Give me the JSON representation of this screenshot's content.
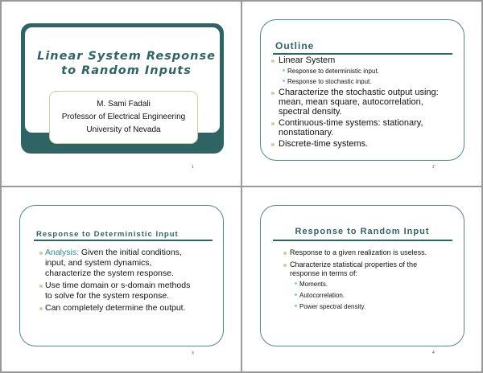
{
  "slides": [
    {
      "page_number": "1",
      "title_line1": "Linear System Response",
      "title_line2": "to Random Inputs",
      "author": "M. Sami Fadali",
      "position": "Professor of Electrical Engineering",
      "institution": "University of Nevada"
    },
    {
      "page_number": "2",
      "title": "Outline",
      "bullets": [
        {
          "text": "Linear System",
          "subs": [
            "Response to deterministic input.",
            "Response to stochastic input."
          ]
        },
        {
          "lines": [
            "Characterize the stochastic output using:",
            "mean, mean square, autocorrelation,",
            "spectral density."
          ]
        },
        {
          "lines": [
            "Continuous-time systems: stationary,",
            "nonstationary."
          ]
        },
        {
          "text": "Discrete-time systems."
        }
      ]
    },
    {
      "page_number": "3",
      "title": "Response to Deterministic Input",
      "bullets": [
        {
          "accent": "Analysis:",
          "first": " Given the initial conditions,",
          "lines": [
            "input, and system dynamics,",
            "characterize the system response."
          ]
        },
        {
          "first": "Use time domain or s-domain methods",
          "lines": [
            "to solve for the system response."
          ]
        },
        {
          "first": "Can completely determine the output."
        }
      ]
    },
    {
      "page_number": "4",
      "title": "Response to Random Input",
      "bullets": [
        {
          "first": "Response to a given realization is useless."
        },
        {
          "first": "Characterize statistical properties of the",
          "lines": [
            "response in terms of:"
          ],
          "subs": [
            "Moments.",
            "Autocorrelation.",
            "Power spectral density."
          ]
        }
      ]
    }
  ],
  "colors": {
    "teal": "#2e6463",
    "accent_teal": "#2e8a89",
    "frame_border": "#4e8a89",
    "bullet_khaki": "#cfcf9a",
    "sub_bullet_cyan": "#7fcfcf",
    "divider_gray": "#9a9a9a"
  }
}
